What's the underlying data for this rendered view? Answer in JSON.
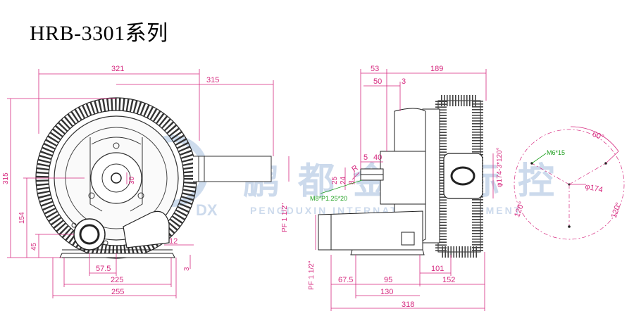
{
  "title": "HRB-3301系列",
  "watermark": {
    "logo_letters": "DX",
    "cn": "鹏都金国际控",
    "en": "PENGDUXIN INTERNATIONAL EQUIPMENT"
  },
  "front_view": {
    "dims": {
      "w321": "321",
      "w315": "315",
      "h315": "315",
      "h154": "154",
      "h45": "45",
      "d30": "30",
      "d12": "12",
      "d57_5": "57.5",
      "w225": "225",
      "w255": "255",
      "d3": "3",
      "pf": "PF 1 1/2\""
    }
  },
  "side_view": {
    "dims": {
      "d53": "53",
      "d189": "189",
      "d50": "50",
      "d3": "3",
      "d5": "5",
      "d40": "40",
      "d25": "25",
      "d24": "24",
      "d8": "8",
      "key": "M8*P1.25*20",
      "flange": "φ174-3*120°",
      "pf": "PF 1 1/2\"",
      "d67_5": "67.5",
      "d95": "95",
      "d101": "101",
      "d152": "152",
      "d130": "130",
      "d318": "318"
    }
  },
  "flange_view": {
    "dims": {
      "bolt": "M6*15",
      "pcd": "φ174",
      "a60": "60°",
      "a120l": "120°",
      "a120r": "120°"
    }
  }
}
